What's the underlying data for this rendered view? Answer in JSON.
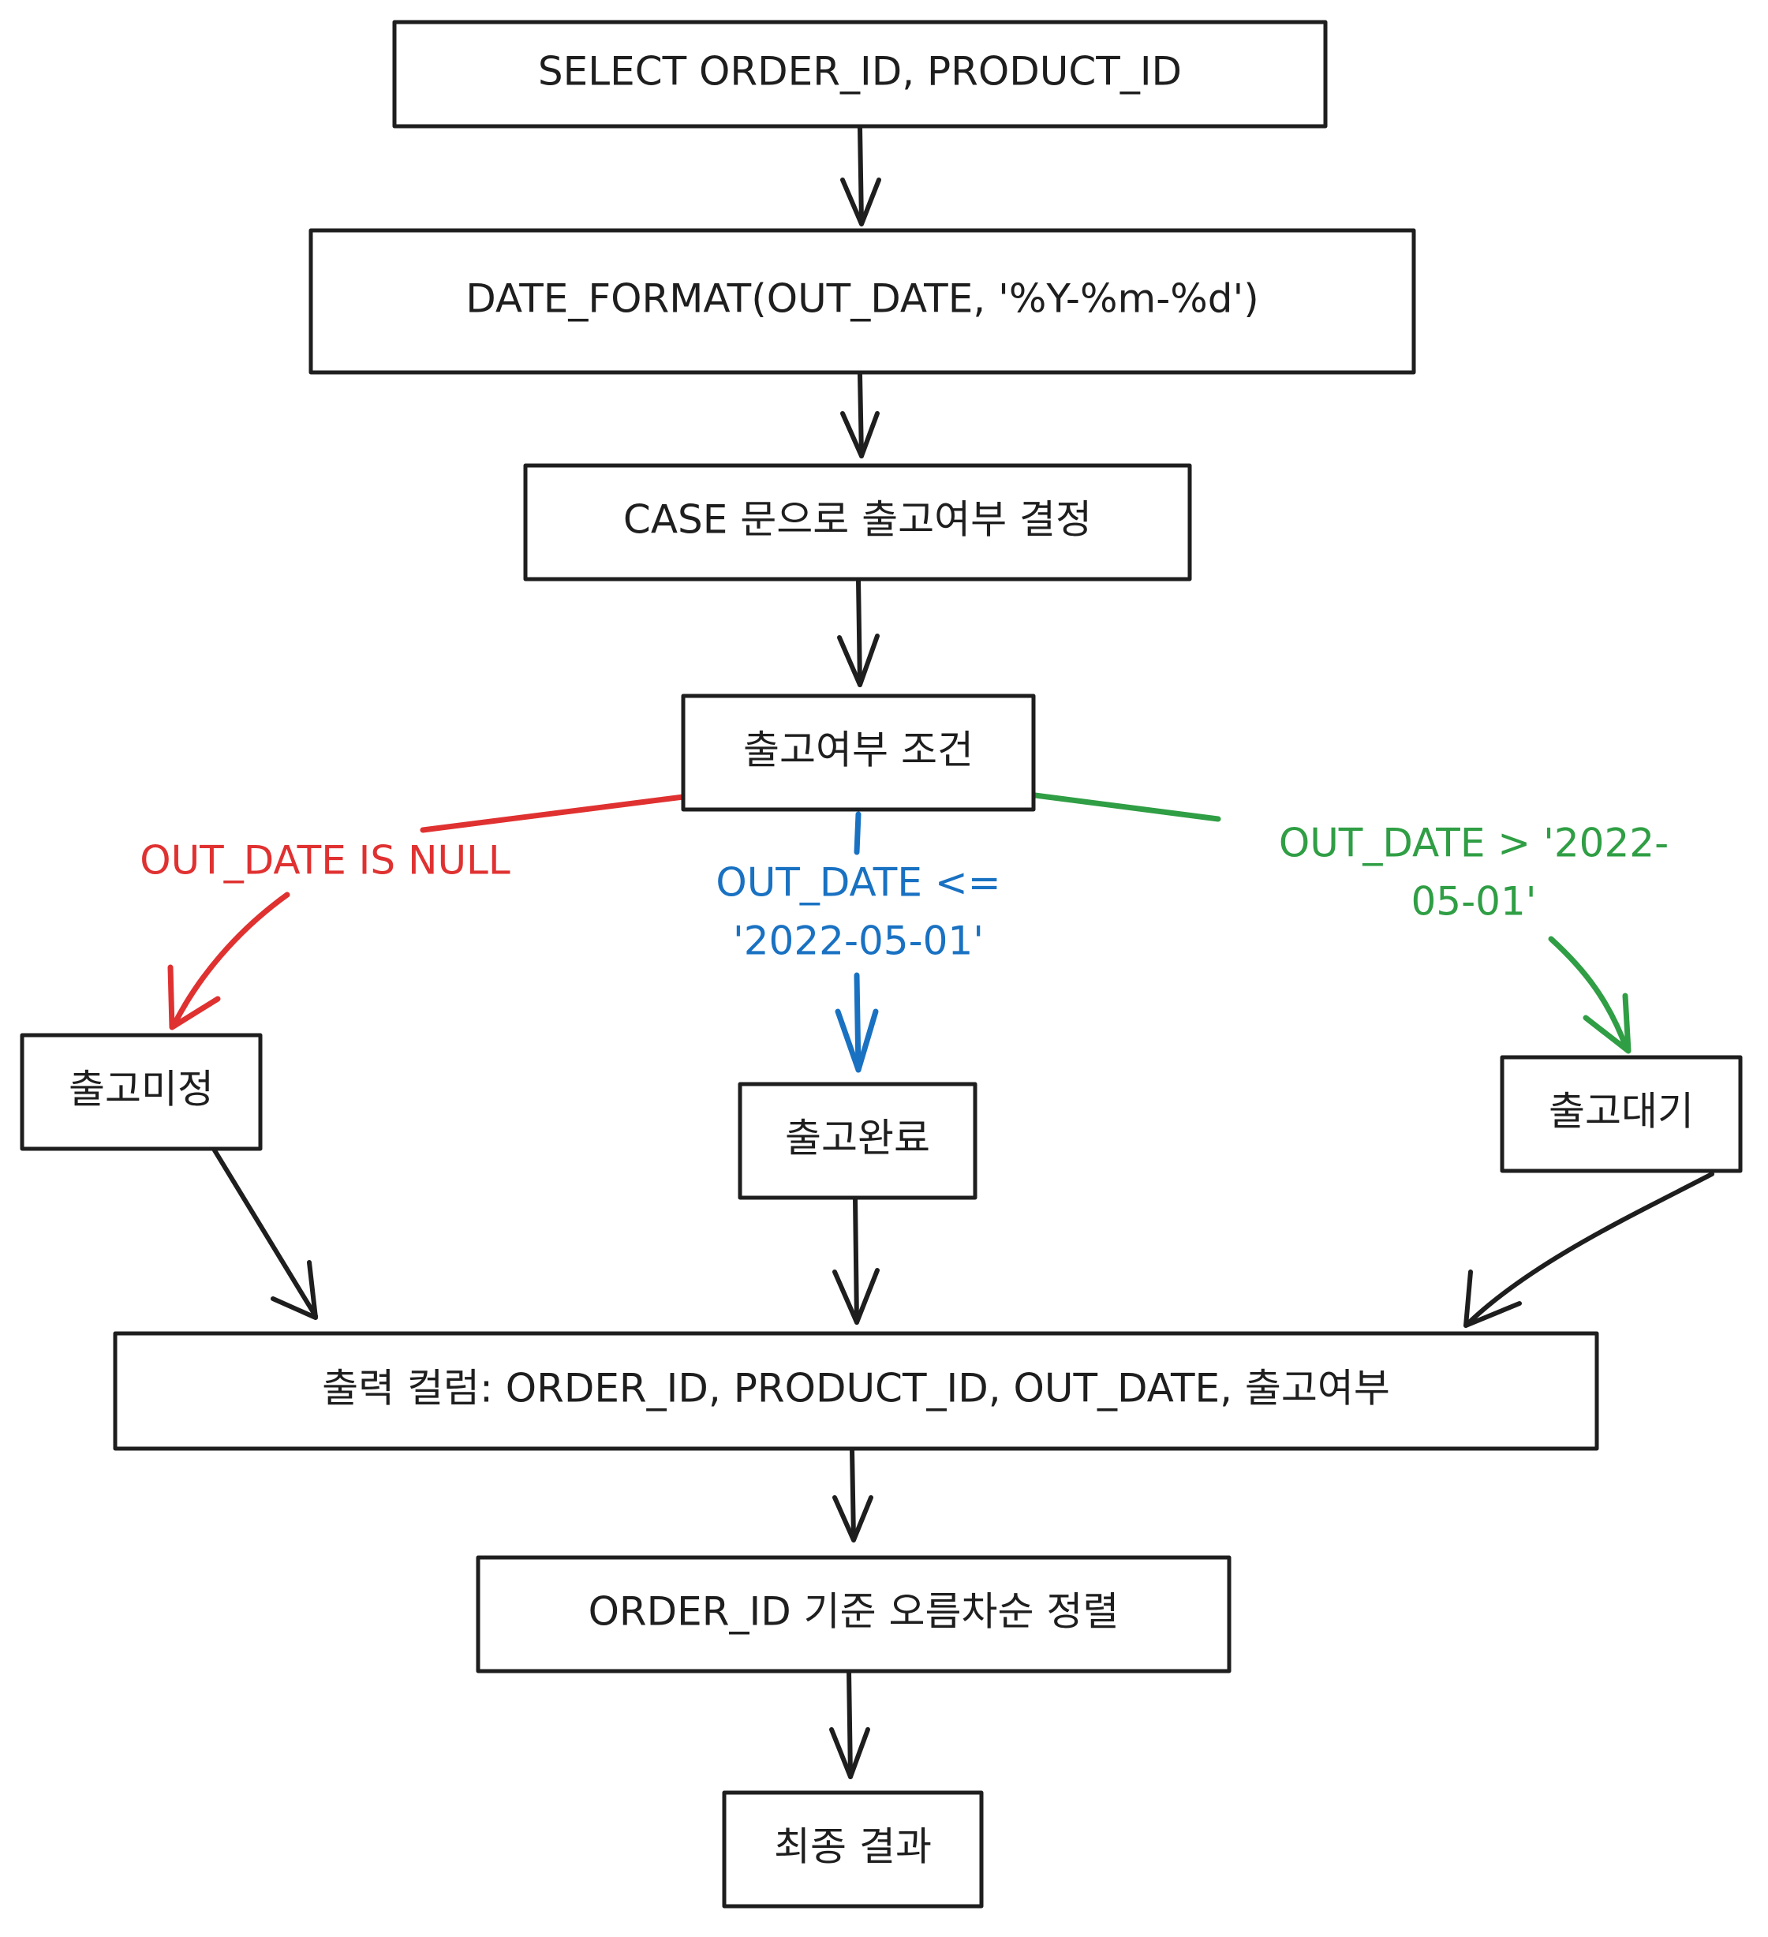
{
  "nodes": {
    "select": "SELECT ORDER_ID, PRODUCT_ID",
    "date_format": "DATE_FORMAT(OUT_DATE, '%Y-%m-%d')",
    "case": "CASE 문으로 출고여부 결정",
    "condition": "출고여부 조건",
    "undecided": "출고미정",
    "completed": "출고완료",
    "waiting": "출고대기",
    "output": "출력 컬럼: ORDER_ID, PRODUCT_ID, OUT_DATE, 출고여부",
    "sort": "ORDER_ID 기준 오름차순 정렬",
    "result": "최종 결과"
  },
  "edge_labels": {
    "is_null": "OUT_DATE IS NULL",
    "lte_line1": "OUT_DATE <=",
    "lte_line2": "'2022-05-01'",
    "gt_line1": "OUT_DATE > '2022-",
    "gt_line2": "05-01'"
  },
  "colors": {
    "stroke": "#1e1e1e",
    "red": "#e03131",
    "blue": "#1971c2",
    "green": "#2f9e44"
  }
}
